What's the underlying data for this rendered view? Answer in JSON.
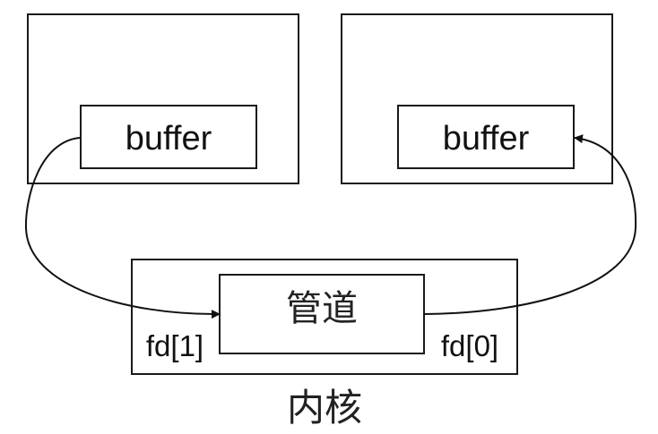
{
  "diagram": {
    "type": "process-pipe-communication",
    "processes": [
      {
        "id": "left-process",
        "buffer_label": "buffer"
      },
      {
        "id": "right-process",
        "buffer_label": "buffer"
      }
    ],
    "kernel": {
      "label": "内核",
      "pipe_label": "管道",
      "write_end_label": "fd[1]",
      "read_end_label": "fd[0]"
    },
    "edges": [
      {
        "from": "left-process.buffer",
        "to": "pipe",
        "via": "fd[1]"
      },
      {
        "from": "pipe",
        "to": "right-process.buffer",
        "via": "fd[0]"
      }
    ]
  }
}
